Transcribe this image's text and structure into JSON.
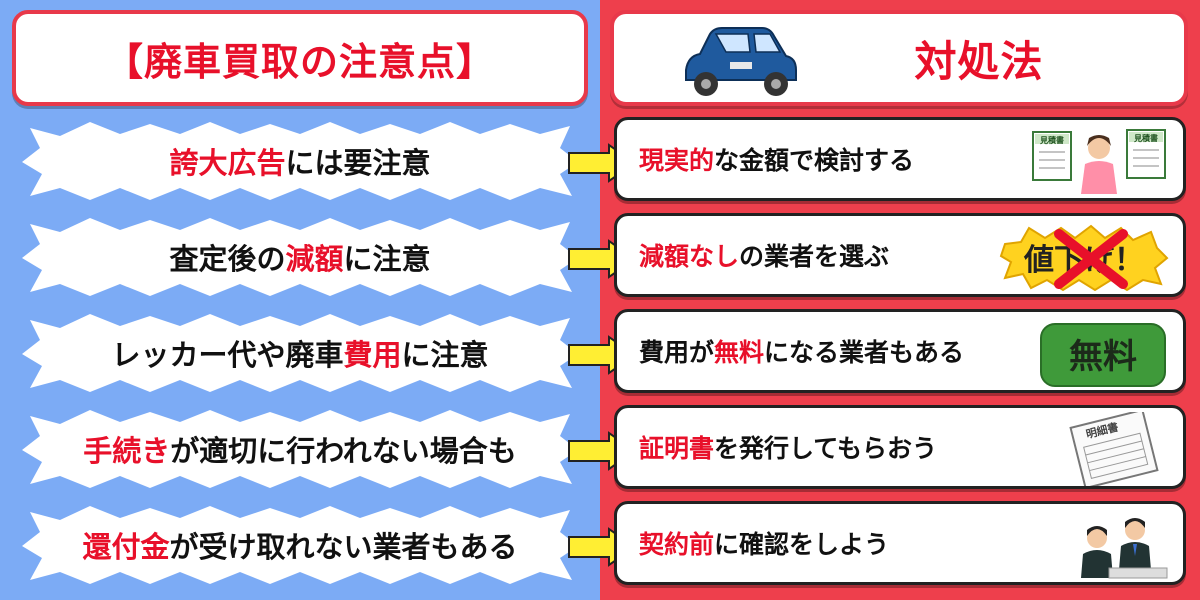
{
  "left_title": "【廃車買取の注意点】",
  "right_title": "対処法",
  "rows": [
    {
      "warning": {
        "hl": "誇大広告",
        "rest": "には要注意",
        "after": "",
        "pre": ""
      },
      "solution": {
        "hl": "現実的",
        "rest": "な金額で検討する"
      },
      "illustration": "estimate-signs-illustration",
      "illustration_text": "見積書"
    },
    {
      "warning": {
        "pre": "査定後の",
        "hl": "減額",
        "rest": "に注意",
        "after": ""
      },
      "solution": {
        "hl": "減額なし",
        "rest": "の業者を選ぶ"
      },
      "illustration": "no-price-cut-stamp",
      "illustration_text": "値下げ！"
    },
    {
      "warning": {
        "pre": "レッカー代や廃車",
        "hl": "費用",
        "rest": "に注意",
        "after": ""
      },
      "solution": {
        "pre": "費用が",
        "hl": "無料",
        "rest": "になる業者もある"
      },
      "illustration": "free-badge",
      "illustration_text": "無料"
    },
    {
      "warning": {
        "pre": "",
        "hl": "手続き",
        "rest": "が適切に行われない場合も",
        "after": ""
      },
      "solution": {
        "hl": "証明書",
        "rest": "を発行してもらおう"
      },
      "illustration": "statement-document-illustration",
      "illustration_text": "明細書"
    },
    {
      "warning": {
        "pre": "",
        "hl": "還付金",
        "rest": "が受け取れない業者もある",
        "after": ""
      },
      "solution": {
        "hl": "契約前",
        "rest": "に確認をしよう"
      },
      "illustration": "business-meeting-illustration",
      "illustration_text": ""
    }
  ],
  "colors": {
    "left_bg": "#7cabf5",
    "right_bg": "#ee3f4c",
    "highlight": "#e8102a",
    "arrow": "#ffee33"
  }
}
